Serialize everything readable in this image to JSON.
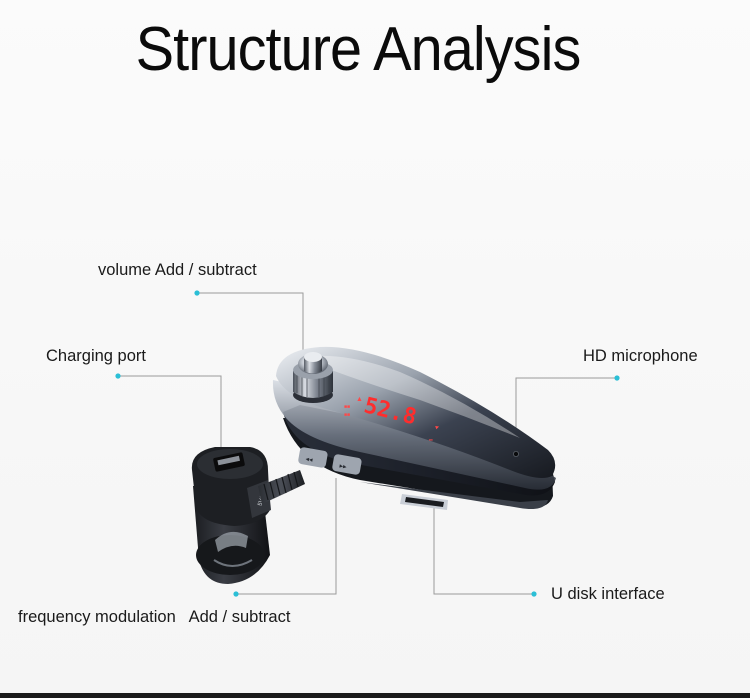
{
  "title": "Structure Analysis",
  "callouts": {
    "volume": "volume  Add / subtract",
    "charging": "Charging port",
    "hd_microphone": "HD microphone",
    "u_disk": "U disk interface",
    "frequency": "frequency modulation   Add / subtract"
  },
  "display": {
    "digits": "52.8"
  },
  "colors": {
    "callout_dot": "#2bbfd6",
    "callout_line": "#9a9a9a",
    "display_red": "#ff2d2d"
  }
}
